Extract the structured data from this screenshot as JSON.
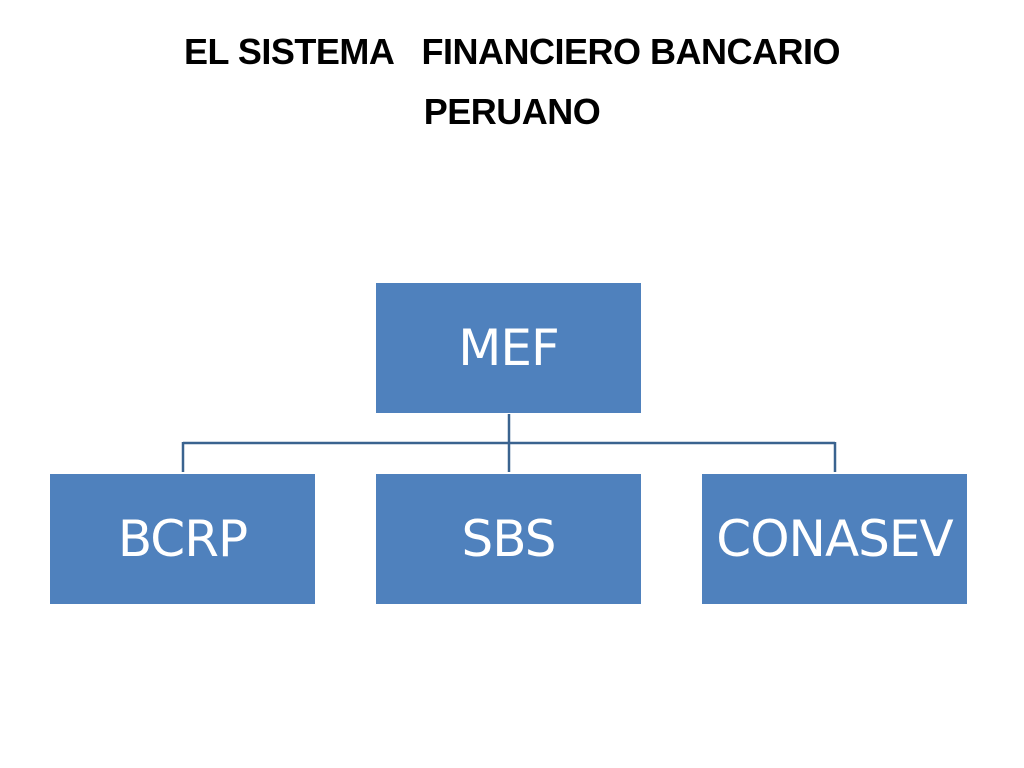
{
  "title": {
    "line1": "EL SISTEMA   FINANCIERO BANCARIO",
    "line2": "PERUANO"
  },
  "colors": {
    "node_fill": "#4f81bd",
    "node_text": "#ffffff",
    "connector": "#3a638f"
  },
  "org_chart": {
    "root": {
      "label": "MEF"
    },
    "children": [
      {
        "label": "BCRP"
      },
      {
        "label": "SBS"
      },
      {
        "label": "CONASEV"
      }
    ]
  }
}
